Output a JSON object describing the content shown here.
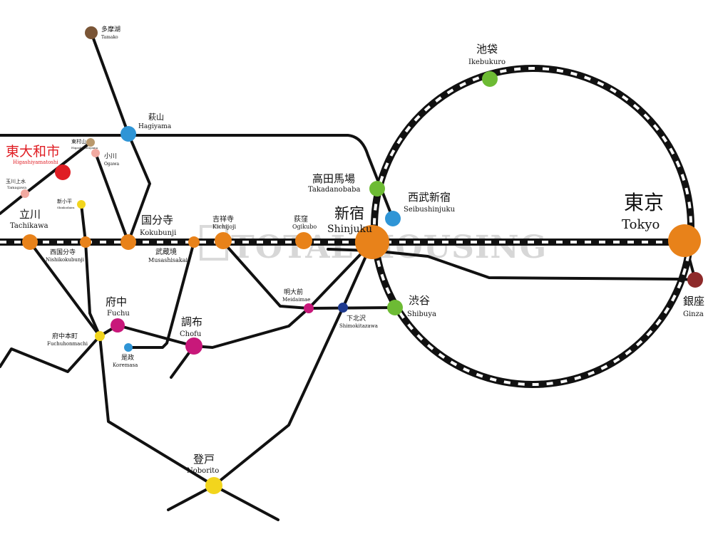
{
  "watermark": "TOTAL HOUSING",
  "colors": {
    "orange": "#e8821a",
    "green": "#6dbb34",
    "blue": "#2f95d6",
    "magenta": "#c8187a",
    "navy": "#1f3a8f",
    "red": "#e01e24",
    "yellow": "#f2d51d",
    "brown": "#7a5536",
    "pink": "#f1a9a0",
    "tan": "#b9986c",
    "darkred": "#8e2a2a",
    "line": "#111111",
    "highlight_text": "#e01e24"
  },
  "stations": {
    "tamako": {
      "ja": "多摩湖",
      "en": "Tamako"
    },
    "hagiyama": {
      "ja": "萩山",
      "en": "Hagiyama"
    },
    "higashiyamatoshi": {
      "ja": "東大和市",
      "en": "Higashiyamatoshi"
    },
    "higashimurayama": {
      "ja": "東村山",
      "en": "Higashimurayama"
    },
    "ogawa": {
      "ja": "小川",
      "en": "Ogawa"
    },
    "tamagawajosui": {
      "ja": "玉川上水",
      "en": "Tamagawa"
    },
    "shinkodaira": {
      "ja": "新小平",
      "en": "Shinkodaira"
    },
    "tachikawa": {
      "ja": "立川",
      "en": "Tachikawa"
    },
    "nishikokubunji": {
      "ja": "西国分寺",
      "en": "Nishikokubunji"
    },
    "kokubunji": {
      "ja": "国分寺",
      "en": "Kokubunji"
    },
    "musashisakai": {
      "ja": "武蔵境",
      "en": "Musashisakai"
    },
    "kichijoji": {
      "ja": "吉祥寺",
      "en": "Kichijoji"
    },
    "ogikubo": {
      "ja": "荻窪",
      "en": "Ogikubo"
    },
    "shinjuku": {
      "ja": "新宿",
      "en": "Shinjuku"
    },
    "takadanobaba": {
      "ja": "高田馬場",
      "en": "Takadanobaba"
    },
    "seibushinjuku": {
      "ja": "西武新宿",
      "en": "Seibushinjuku"
    },
    "ikebukuro": {
      "ja": "池袋",
      "en": "Ikebukuro"
    },
    "tokyo": {
      "ja": "東京",
      "en": "Tokyo"
    },
    "ginza": {
      "ja": "銀座",
      "en": "Ginza"
    },
    "shibuya": {
      "ja": "渋谷",
      "en": "Shibuya"
    },
    "shimokitazawa": {
      "ja": "下北沢",
      "en": "Shimokitazawa"
    },
    "meidaimae": {
      "ja": "明大前",
      "en": "Meidaimae"
    },
    "fuchu": {
      "ja": "府中",
      "en": "Fuchu"
    },
    "fuchuhonmachi": {
      "ja": "府中本町",
      "en": "Fuchuhonmachi"
    },
    "koremasa": {
      "ja": "是政",
      "en": "Koremasa"
    },
    "chofu": {
      "ja": "調布",
      "en": "Chofu"
    },
    "noborito": {
      "ja": "登戸",
      "en": "Noborito"
    }
  }
}
